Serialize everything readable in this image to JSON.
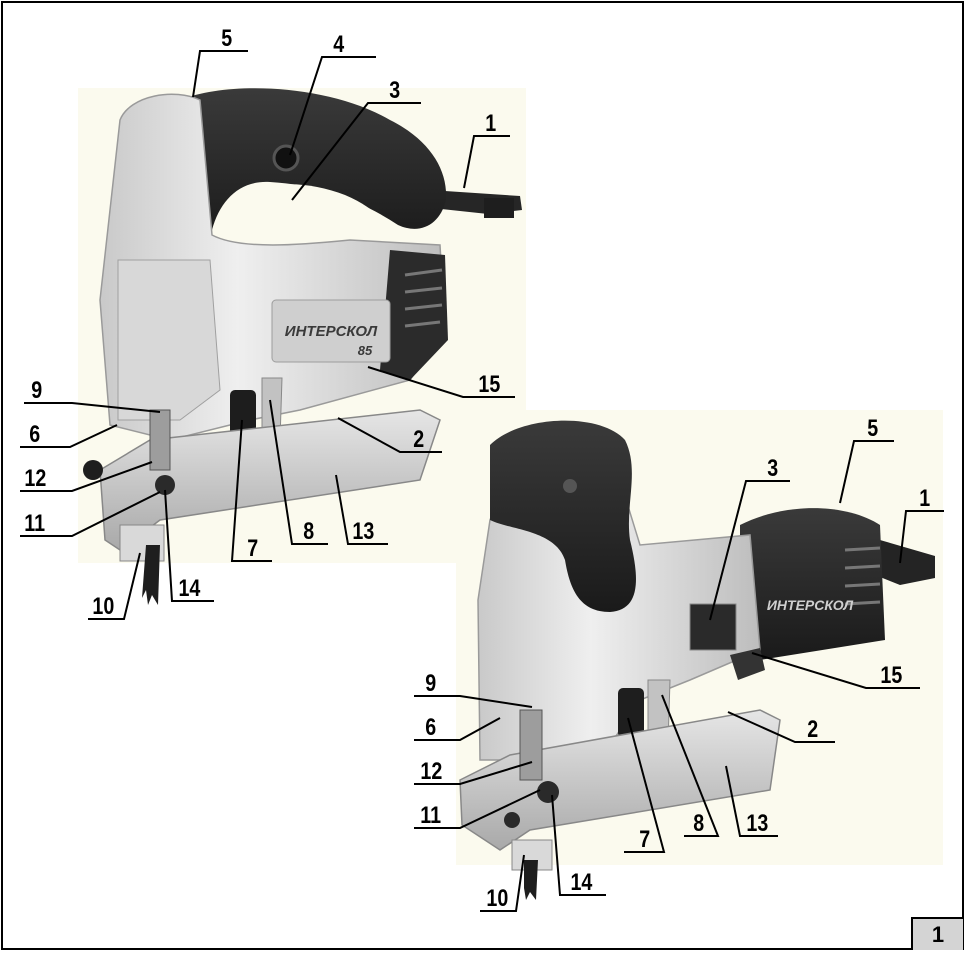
{
  "figure_number": "1",
  "brand_text": "ИНТЕРСКОЛ",
  "model_text": "85",
  "left_tool": {
    "callouts": [
      "5",
      "4",
      "3",
      "1",
      "9",
      "6",
      "12",
      "11",
      "10",
      "14",
      "7",
      "8",
      "13",
      "2",
      "15"
    ]
  },
  "right_tool": {
    "callouts": [
      "3",
      "5",
      "1",
      "15",
      "2",
      "9",
      "6",
      "12",
      "11",
      "7",
      "8",
      "13",
      "10",
      "14"
    ]
  }
}
